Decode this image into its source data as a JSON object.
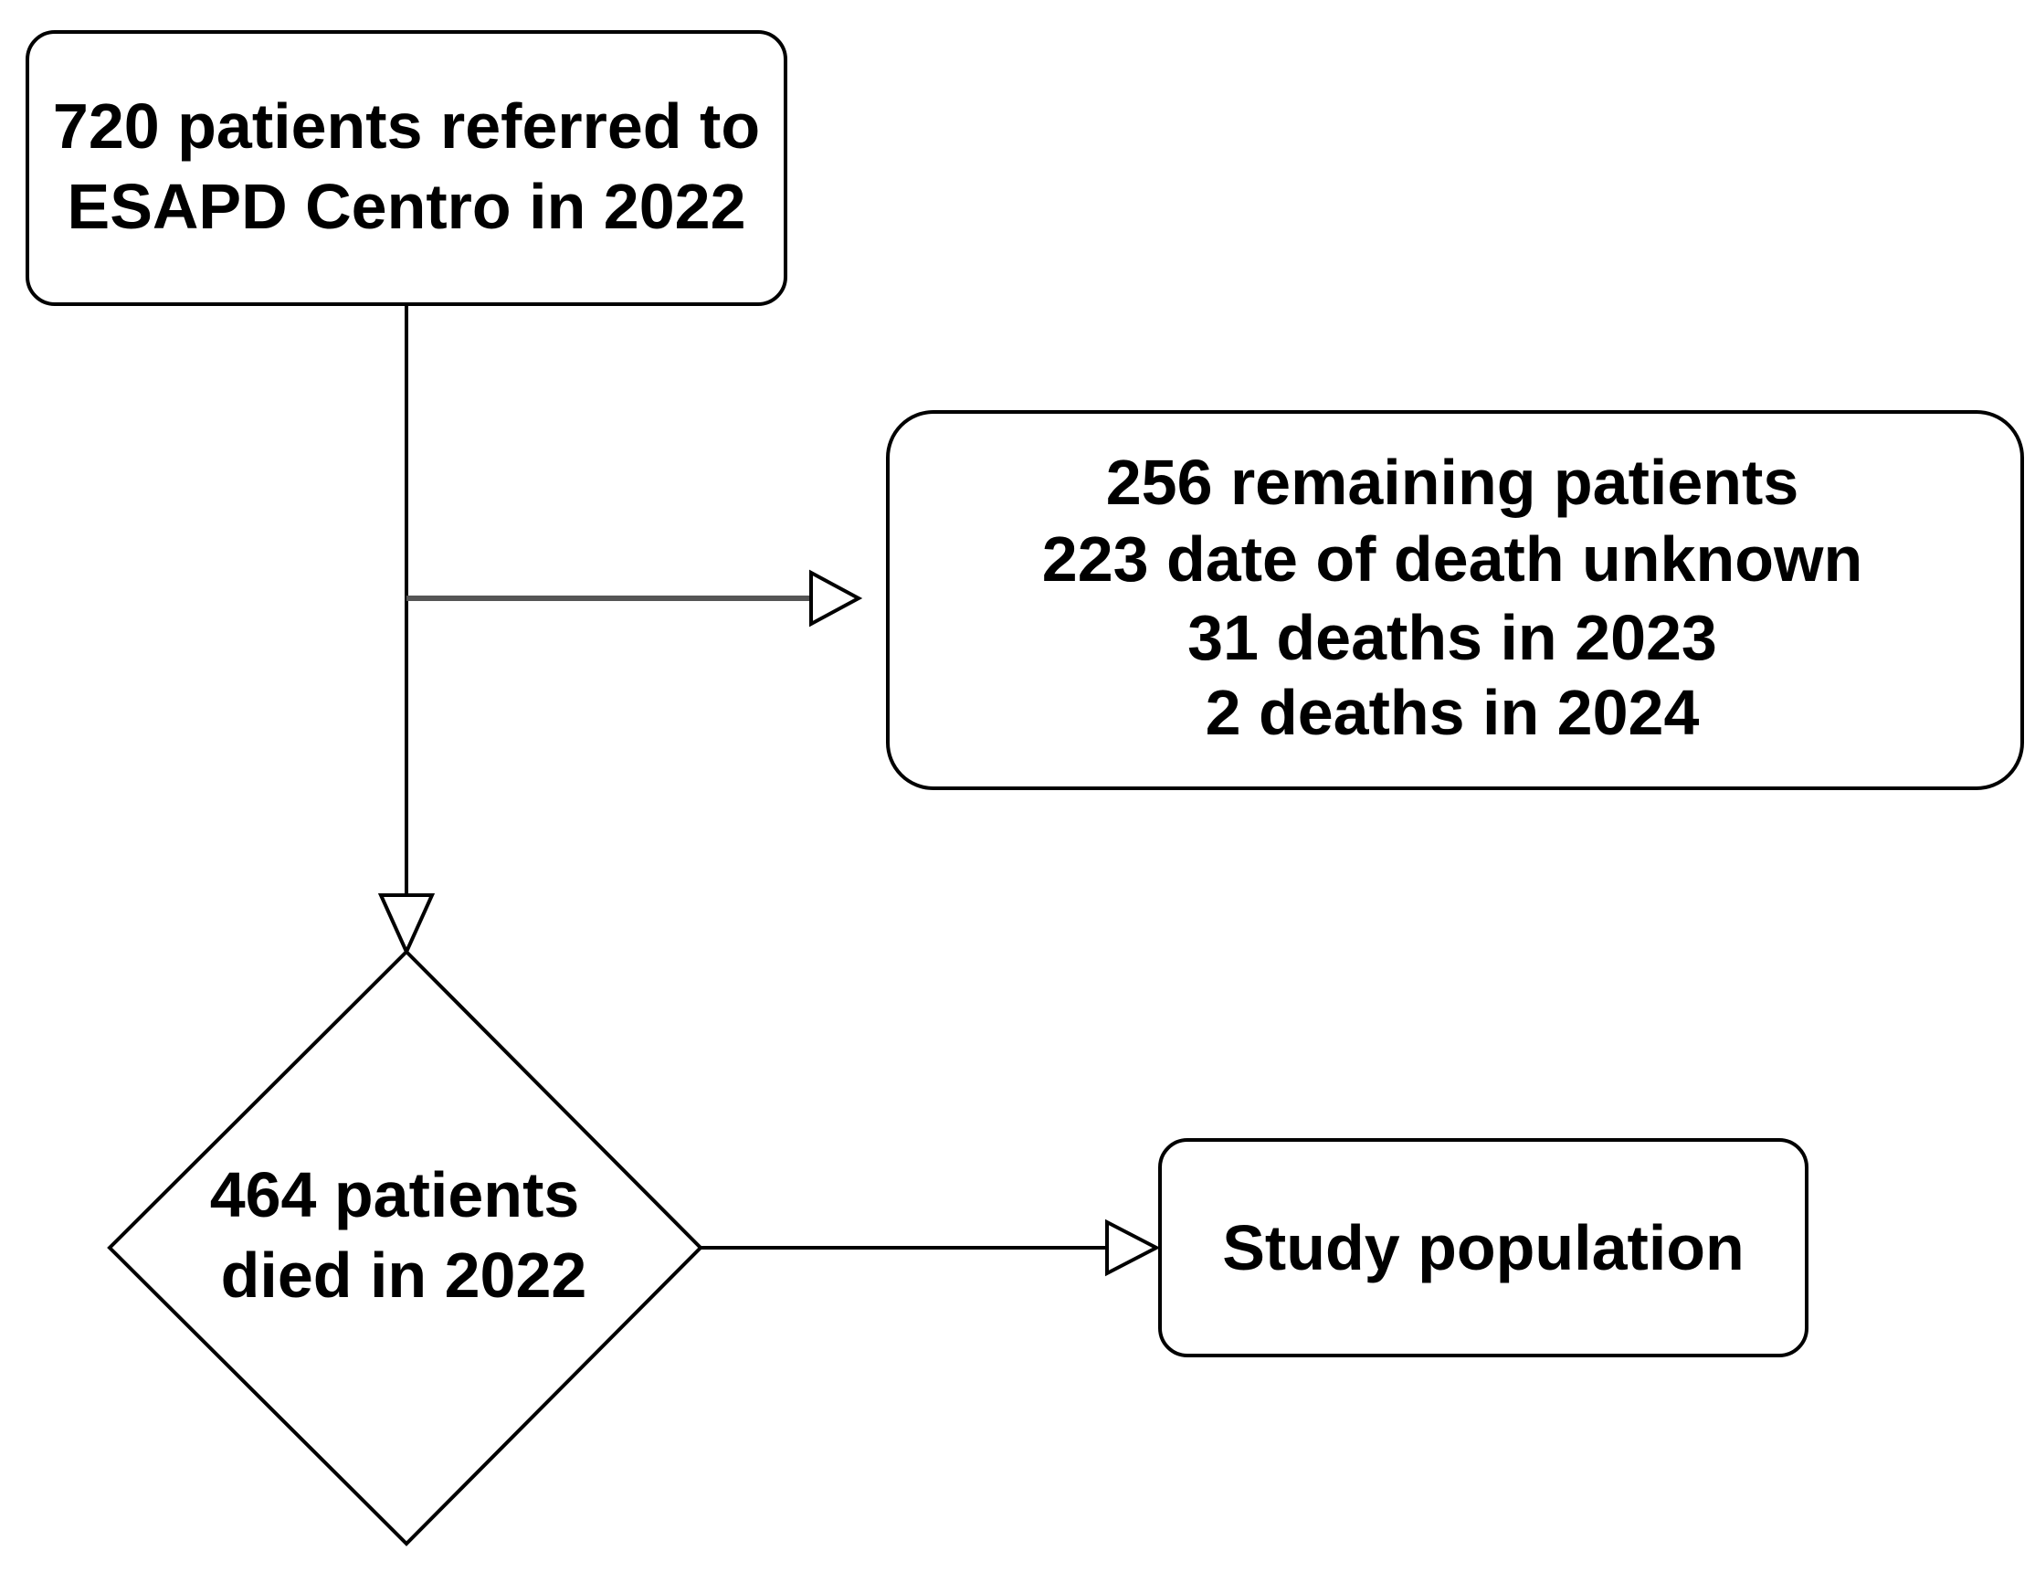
{
  "nodes": {
    "referred": {
      "lines": [
        "720 patients referred to",
        "ESAPD Centro in 2022"
      ]
    },
    "remaining": {
      "lines": [
        "256 remaining patients",
        "223 date of death unknown",
        "31 deaths in 2023",
        "2 deaths in 2024"
      ]
    },
    "died": {
      "lines": [
        "464 patients",
        "died in 2022"
      ]
    },
    "study": {
      "lines": [
        "Study population"
      ]
    }
  },
  "edges": [
    {
      "from": "referred",
      "to": "died"
    },
    {
      "from": "referred",
      "to": "remaining"
    },
    {
      "from": "died",
      "to": "study"
    }
  ],
  "colors": {
    "stroke": "#000000",
    "branch_stroke": "#555555",
    "fill": "#ffffff"
  }
}
